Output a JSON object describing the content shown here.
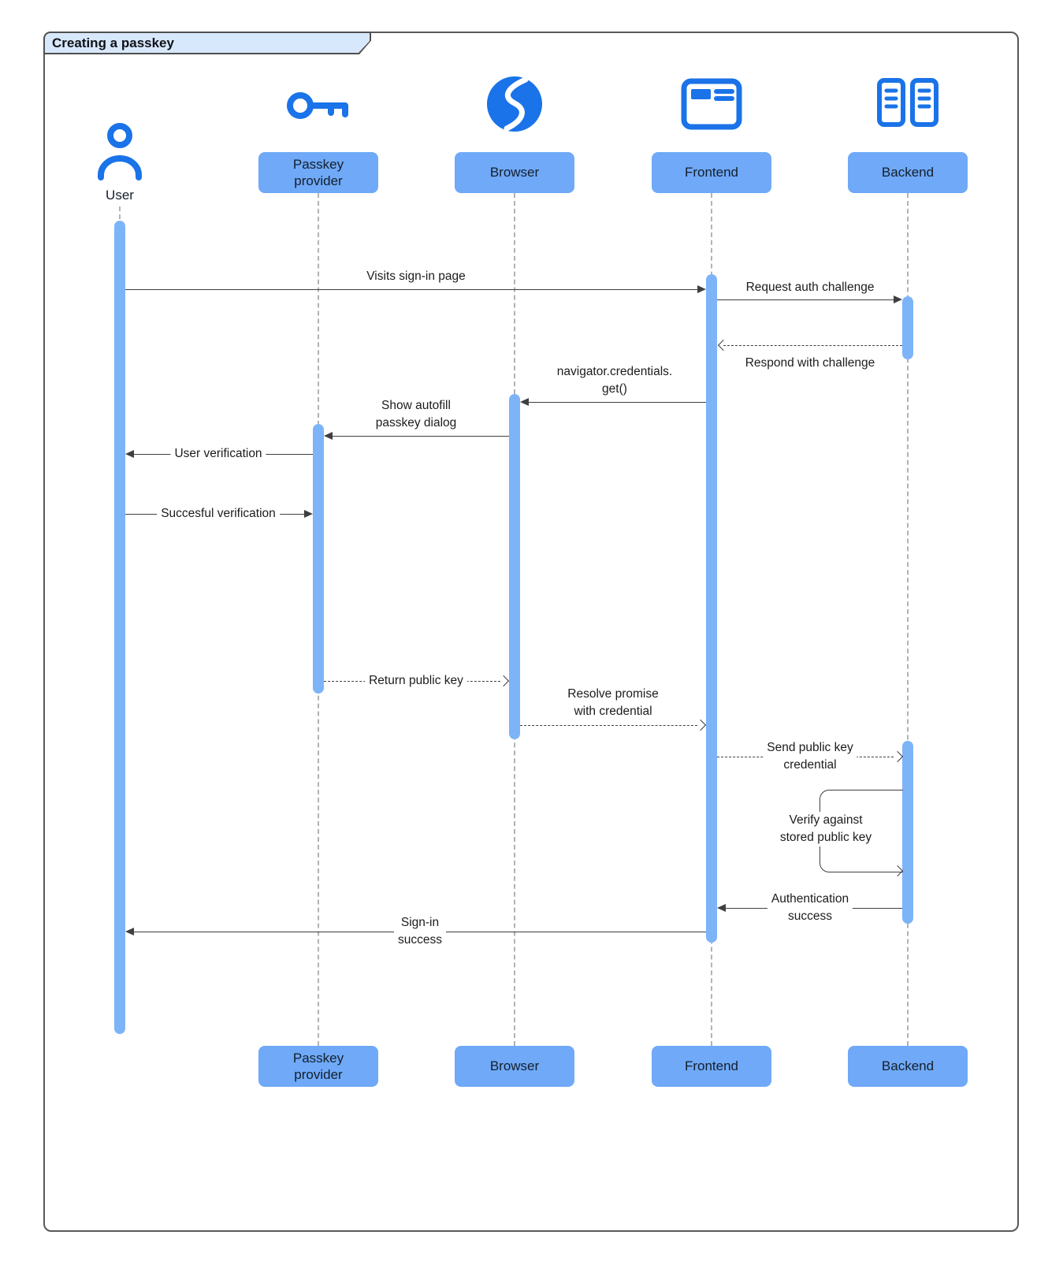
{
  "frame": {
    "title": "Creating a passkey"
  },
  "actors": {
    "user": {
      "label": "User"
    },
    "passkey_provider": {
      "label": "Passkey provider"
    },
    "browser": {
      "label": "Browser"
    },
    "frontend": {
      "label": "Frontend"
    },
    "backend": {
      "label": "Backend"
    }
  },
  "messages": {
    "visits_sign_in": {
      "text": "Visits sign-in page"
    },
    "request_auth_challenge": {
      "text": "Request auth challenge"
    },
    "respond_with_challenge": {
      "text": "Respond with challenge"
    },
    "navigator_credentials_get": {
      "lines": [
        "navigator.credentials.",
        "get()"
      ]
    },
    "show_autofill": {
      "lines": [
        "Show autofill",
        "passkey dialog"
      ]
    },
    "user_verification": {
      "text": "User verification"
    },
    "successful_verification": {
      "text": "Succesful verification"
    },
    "return_public_key": {
      "text": "Return public key"
    },
    "resolve_promise": {
      "lines": [
        "Resolve promise",
        "with credential"
      ]
    },
    "send_public_key": {
      "lines": [
        "Send public key",
        "credential"
      ]
    },
    "verify_stored": {
      "lines": [
        "Verify against",
        "stored public key"
      ]
    },
    "auth_success": {
      "lines": [
        "Authentication",
        "success"
      ]
    },
    "sign_in_success": {
      "lines": [
        "Sign-in",
        "success"
      ]
    }
  },
  "colors": {
    "accent_blue": "#1a73e8",
    "box_blue": "#6fa9f8",
    "activation_blue": "#7db4f8",
    "title_bg": "#d8e8fc"
  }
}
